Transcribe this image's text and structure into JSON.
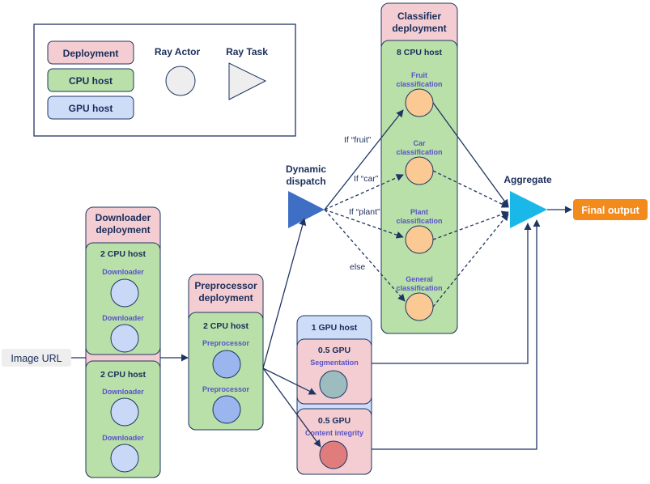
{
  "legend": {
    "deployment": "Deployment",
    "cpu_host": "CPU host",
    "gpu_host": "GPU host",
    "ray_actor": "Ray Actor",
    "ray_task": "Ray Task"
  },
  "input": {
    "label": "Image URL"
  },
  "downloader": {
    "title_line1": "Downloader",
    "title_line2": "deployment",
    "hosts": [
      {
        "label": "2 CPU host",
        "actors": [
          "Downloader",
          "Downloader"
        ]
      },
      {
        "label": "2 CPU host",
        "actors": [
          "Downloader",
          "Downloader"
        ]
      }
    ]
  },
  "preprocessor": {
    "title_line1": "Preprocessor",
    "title_line2": "deployment",
    "host": {
      "label": "2 CPU host",
      "actors": [
        "Preprocessor",
        "Preprocessor"
      ]
    }
  },
  "gpu": {
    "host_label": "1 GPU host",
    "slots": [
      {
        "label": "0.5 GPU",
        "actor": "Segmentation"
      },
      {
        "label": "0.5 GPU",
        "actor": "Content integrity"
      }
    ]
  },
  "dispatch": {
    "line1": "Dynamic",
    "line2": "dispatch"
  },
  "conditions": [
    "If “fruit”",
    "If “car”",
    "If “plant”",
    "else"
  ],
  "classifier": {
    "title_line1": "Classifier",
    "title_line2": "deployment",
    "host_label": "8 CPU host",
    "actors": [
      {
        "line1": "Fruit",
        "line2": "classification"
      },
      {
        "line1": "Car",
        "line2": "classification"
      },
      {
        "line1": "Plant",
        "line2": "classification"
      },
      {
        "line1": "General",
        "line2": "classification"
      }
    ]
  },
  "aggregate": {
    "label": "Aggregate"
  },
  "output": {
    "label": "Final output"
  },
  "colors": {
    "deployment": "#f3cdd1",
    "cpu_host": "#b8e0a8",
    "gpu_host": "#cddcf7",
    "border": "#1f3563",
    "actor_blue": "#c9d8f7",
    "actor_mid_blue": "#9bb6ee",
    "actor_orange": "#fbc994",
    "actor_teal": "#9dbcc0",
    "actor_red": "#e07c7c",
    "dispatch": "#3f6fc5",
    "aggregate": "#19b8e8",
    "output": "#f38a1c",
    "input_bg": "#eeeeee"
  }
}
